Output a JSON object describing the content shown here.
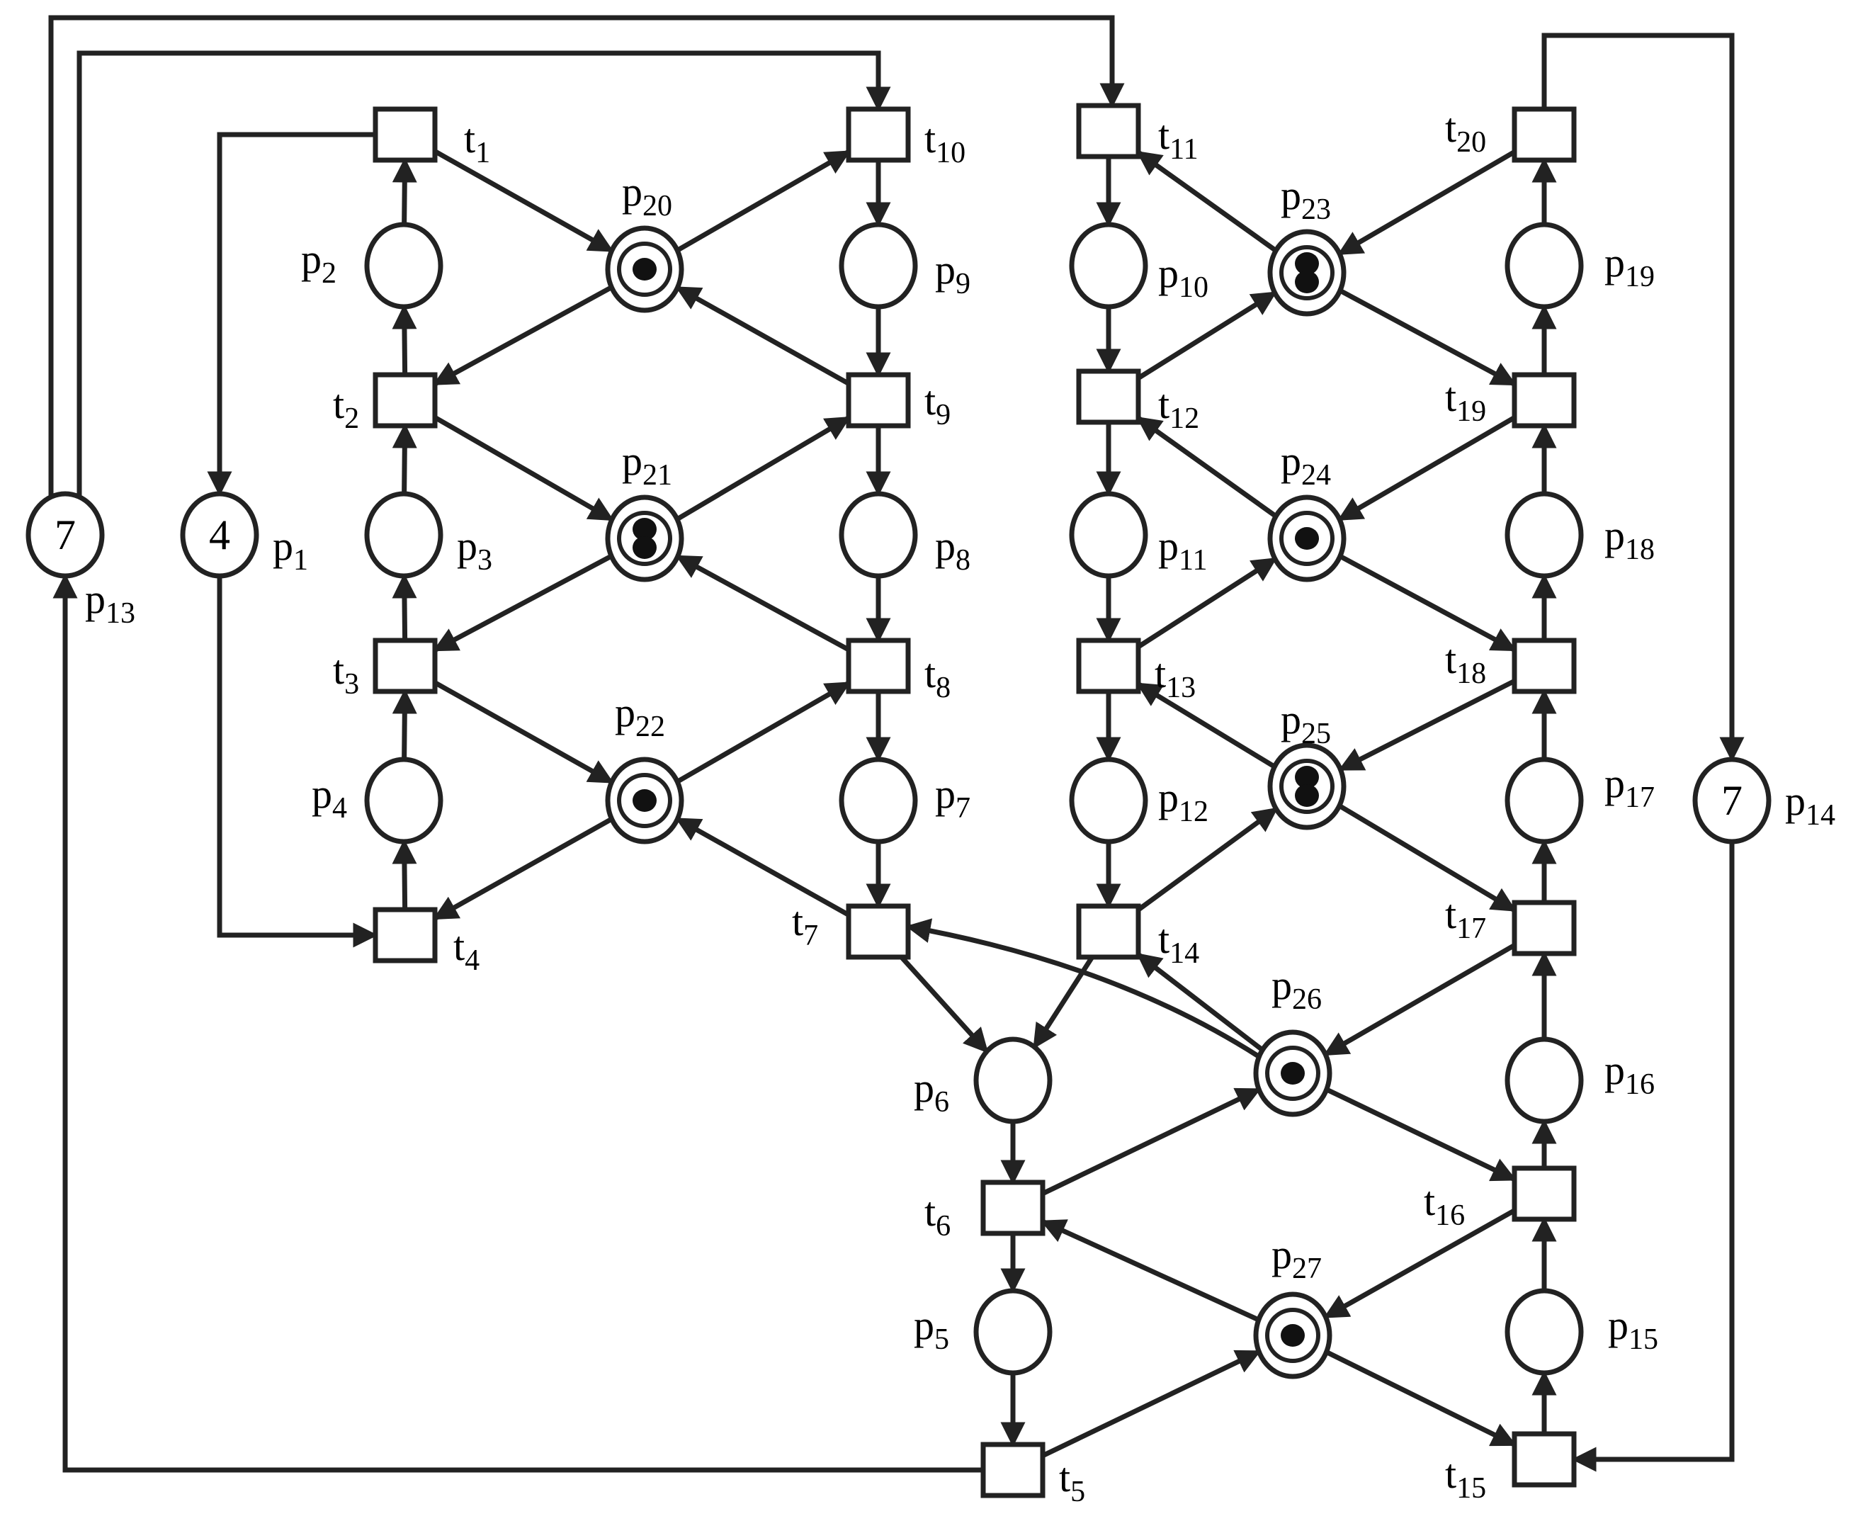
{
  "colors": {
    "stroke": "#222222",
    "background": "#ffffff"
  },
  "places": [
    {
      "id": "p1",
      "label": "p",
      "sub": "1",
      "tokens": "4"
    },
    {
      "id": "p2",
      "label": "p",
      "sub": "2",
      "tokens": 0
    },
    {
      "id": "p3",
      "label": "p",
      "sub": "3",
      "tokens": 0
    },
    {
      "id": "p4",
      "label": "p",
      "sub": "4",
      "tokens": 0
    },
    {
      "id": "p5",
      "label": "p",
      "sub": "5",
      "tokens": 0
    },
    {
      "id": "p6",
      "label": "p",
      "sub": "6",
      "tokens": 0
    },
    {
      "id": "p7",
      "label": "p",
      "sub": "7",
      "tokens": 0
    },
    {
      "id": "p8",
      "label": "p",
      "sub": "8",
      "tokens": 0
    },
    {
      "id": "p9",
      "label": "p",
      "sub": "9",
      "tokens": 0
    },
    {
      "id": "p10",
      "label": "p",
      "sub": "10",
      "tokens": 0
    },
    {
      "id": "p11",
      "label": "p",
      "sub": "11",
      "tokens": 0
    },
    {
      "id": "p12",
      "label": "p",
      "sub": "12",
      "tokens": 0
    },
    {
      "id": "p13",
      "label": "p",
      "sub": "13",
      "tokens": "7"
    },
    {
      "id": "p14",
      "label": "p",
      "sub": "14",
      "tokens": "7"
    },
    {
      "id": "p15",
      "label": "p",
      "sub": "15",
      "tokens": 0
    },
    {
      "id": "p16",
      "label": "p",
      "sub": "16",
      "tokens": 0
    },
    {
      "id": "p17",
      "label": "p",
      "sub": "17",
      "tokens": 0
    },
    {
      "id": "p18",
      "label": "p",
      "sub": "18",
      "tokens": 0
    },
    {
      "id": "p19",
      "label": "p",
      "sub": "19",
      "tokens": 0
    },
    {
      "id": "p20",
      "label": "p",
      "sub": "20",
      "tokens": 1
    },
    {
      "id": "p21",
      "label": "p",
      "sub": "21",
      "tokens": 2
    },
    {
      "id": "p22",
      "label": "p",
      "sub": "22",
      "tokens": 1
    },
    {
      "id": "p23",
      "label": "p",
      "sub": "23",
      "tokens": 2
    },
    {
      "id": "p24",
      "label": "p",
      "sub": "24",
      "tokens": 1
    },
    {
      "id": "p25",
      "label": "p",
      "sub": "25",
      "tokens": 2
    },
    {
      "id": "p26",
      "label": "p",
      "sub": "26",
      "tokens": 1
    },
    {
      "id": "p27",
      "label": "p",
      "sub": "27",
      "tokens": 1
    }
  ],
  "transitions": [
    {
      "id": "t1",
      "label": "t",
      "sub": "1"
    },
    {
      "id": "t2",
      "label": "t",
      "sub": "2"
    },
    {
      "id": "t3",
      "label": "t",
      "sub": "3"
    },
    {
      "id": "t4",
      "label": "t",
      "sub": "4"
    },
    {
      "id": "t5",
      "label": "t",
      "sub": "5"
    },
    {
      "id": "t6",
      "label": "t",
      "sub": "6"
    },
    {
      "id": "t7",
      "label": "t",
      "sub": "7"
    },
    {
      "id": "t8",
      "label": "t",
      "sub": "8"
    },
    {
      "id": "t9",
      "label": "t",
      "sub": "9"
    },
    {
      "id": "t10",
      "label": "t",
      "sub": "10"
    },
    {
      "id": "t11",
      "label": "t",
      "sub": "11"
    },
    {
      "id": "t12",
      "label": "t",
      "sub": "12"
    },
    {
      "id": "t13",
      "label": "t",
      "sub": "13"
    },
    {
      "id": "t14",
      "label": "t",
      "sub": "14"
    },
    {
      "id": "t15",
      "label": "t",
      "sub": "15"
    },
    {
      "id": "t16",
      "label": "t",
      "sub": "16"
    },
    {
      "id": "t17",
      "label": "t",
      "sub": "17"
    },
    {
      "id": "t18",
      "label": "t",
      "sub": "18"
    },
    {
      "id": "t19",
      "label": "t",
      "sub": "19"
    },
    {
      "id": "t20",
      "label": "t",
      "sub": "20"
    }
  ],
  "arcs": [
    [
      "t1",
      "p20"
    ],
    [
      "p20",
      "t10"
    ],
    [
      "p20",
      "t2"
    ],
    [
      "t9",
      "p20"
    ],
    [
      "t2",
      "p21"
    ],
    [
      "p21",
      "t9"
    ],
    [
      "p21",
      "t3"
    ],
    [
      "t8",
      "p21"
    ],
    [
      "t3",
      "p22"
    ],
    [
      "p22",
      "t8"
    ],
    [
      "p22",
      "t4"
    ],
    [
      "t7",
      "p22"
    ],
    [
      "p2",
      "t1"
    ],
    [
      "t2",
      "p2"
    ],
    [
      "p3",
      "t2"
    ],
    [
      "t3",
      "p3"
    ],
    [
      "p4",
      "t3"
    ],
    [
      "t4",
      "p4"
    ],
    [
      "t10",
      "p9"
    ],
    [
      "p9",
      "t9"
    ],
    [
      "t9",
      "p8"
    ],
    [
      "p8",
      "t8"
    ],
    [
      "t8",
      "p7"
    ],
    [
      "p7",
      "t7"
    ],
    [
      "t11",
      "p10"
    ],
    [
      "p10",
      "t12"
    ],
    [
      "t12",
      "p11"
    ],
    [
      "p11",
      "t13"
    ],
    [
      "t13",
      "p12"
    ],
    [
      "p12",
      "t14"
    ],
    [
      "p23",
      "t11"
    ],
    [
      "t12",
      "p23"
    ],
    [
      "p23",
      "t19"
    ],
    [
      "t20",
      "p23"
    ],
    [
      "p24",
      "t12"
    ],
    [
      "t13",
      "p24"
    ],
    [
      "p24",
      "t18"
    ],
    [
      "t19",
      "p24"
    ],
    [
      "p25",
      "t13"
    ],
    [
      "t14",
      "p25"
    ],
    [
      "p25",
      "t17"
    ],
    [
      "t18",
      "p25"
    ],
    [
      "p19",
      "t20"
    ],
    [
      "t19",
      "p19"
    ],
    [
      "p18",
      "t19"
    ],
    [
      "t18",
      "p18"
    ],
    [
      "p17",
      "t18"
    ],
    [
      "t17",
      "p17"
    ],
    [
      "p16",
      "t17"
    ],
    [
      "t16",
      "p16"
    ],
    [
      "p15",
      "t16"
    ],
    [
      "t15",
      "p15"
    ],
    [
      "t7",
      "p6"
    ],
    [
      "t14",
      "p6"
    ],
    [
      "p6",
      "t6"
    ],
    [
      "t6",
      "p5"
    ],
    [
      "p5",
      "t5"
    ],
    [
      "p26",
      "t7"
    ],
    [
      "p26",
      "t14"
    ],
    [
      "t17",
      "p26"
    ],
    [
      "t6",
      "p26"
    ],
    [
      "p26",
      "t16"
    ],
    [
      "p27",
      "t6"
    ],
    [
      "t16",
      "p27"
    ],
    [
      "t5",
      "p27"
    ],
    [
      "p27",
      "t15"
    ],
    [
      "t1",
      "p1"
    ],
    [
      "p1",
      "t4"
    ],
    [
      "t5",
      "p13"
    ],
    [
      "p13",
      "t10"
    ],
    [
      "p13",
      "t11"
    ],
    [
      "t20",
      "p14"
    ],
    [
      "p14",
      "t15"
    ]
  ]
}
